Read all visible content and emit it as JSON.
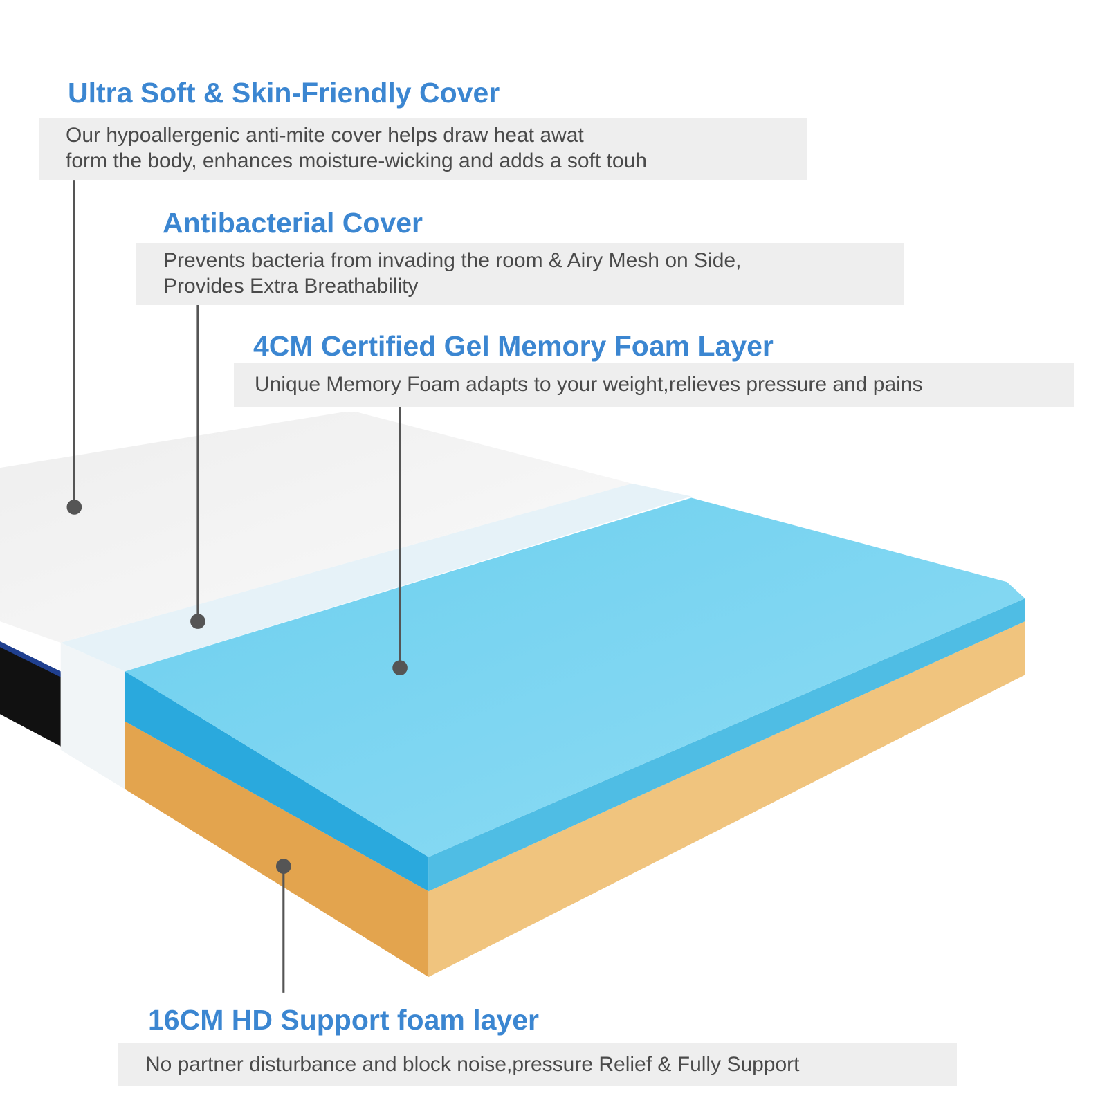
{
  "callouts": [
    {
      "title": "Ultra Soft & Skin-Friendly Cover",
      "lines": [
        "Our hypoallergenic anti-mite cover helps draw heat awat",
        "form the body, enhances moisture-wicking and adds a soft touh"
      ]
    },
    {
      "title": "Antibacterial Cover",
      "lines": [
        "Prevents bacteria from invading the room & Airy Mesh on Side,",
        "Provides Extra Breathability"
      ]
    },
    {
      "title": "4CM Certified Gel Memory Foam Layer",
      "lines": [
        "Unique Memory Foam adapts to your weight,relieves pressure and pains"
      ]
    },
    {
      "title": "16CM HD Support foam layer",
      "lines": [
        "No partner disturbance and block noise,pressure Relief & Fully Support"
      ]
    }
  ],
  "colors": {
    "title": "#3b86d1",
    "gel_foam": "#7fd6f2",
    "support_foam": "#f0c47e",
    "cover": "#f2f2f2"
  }
}
